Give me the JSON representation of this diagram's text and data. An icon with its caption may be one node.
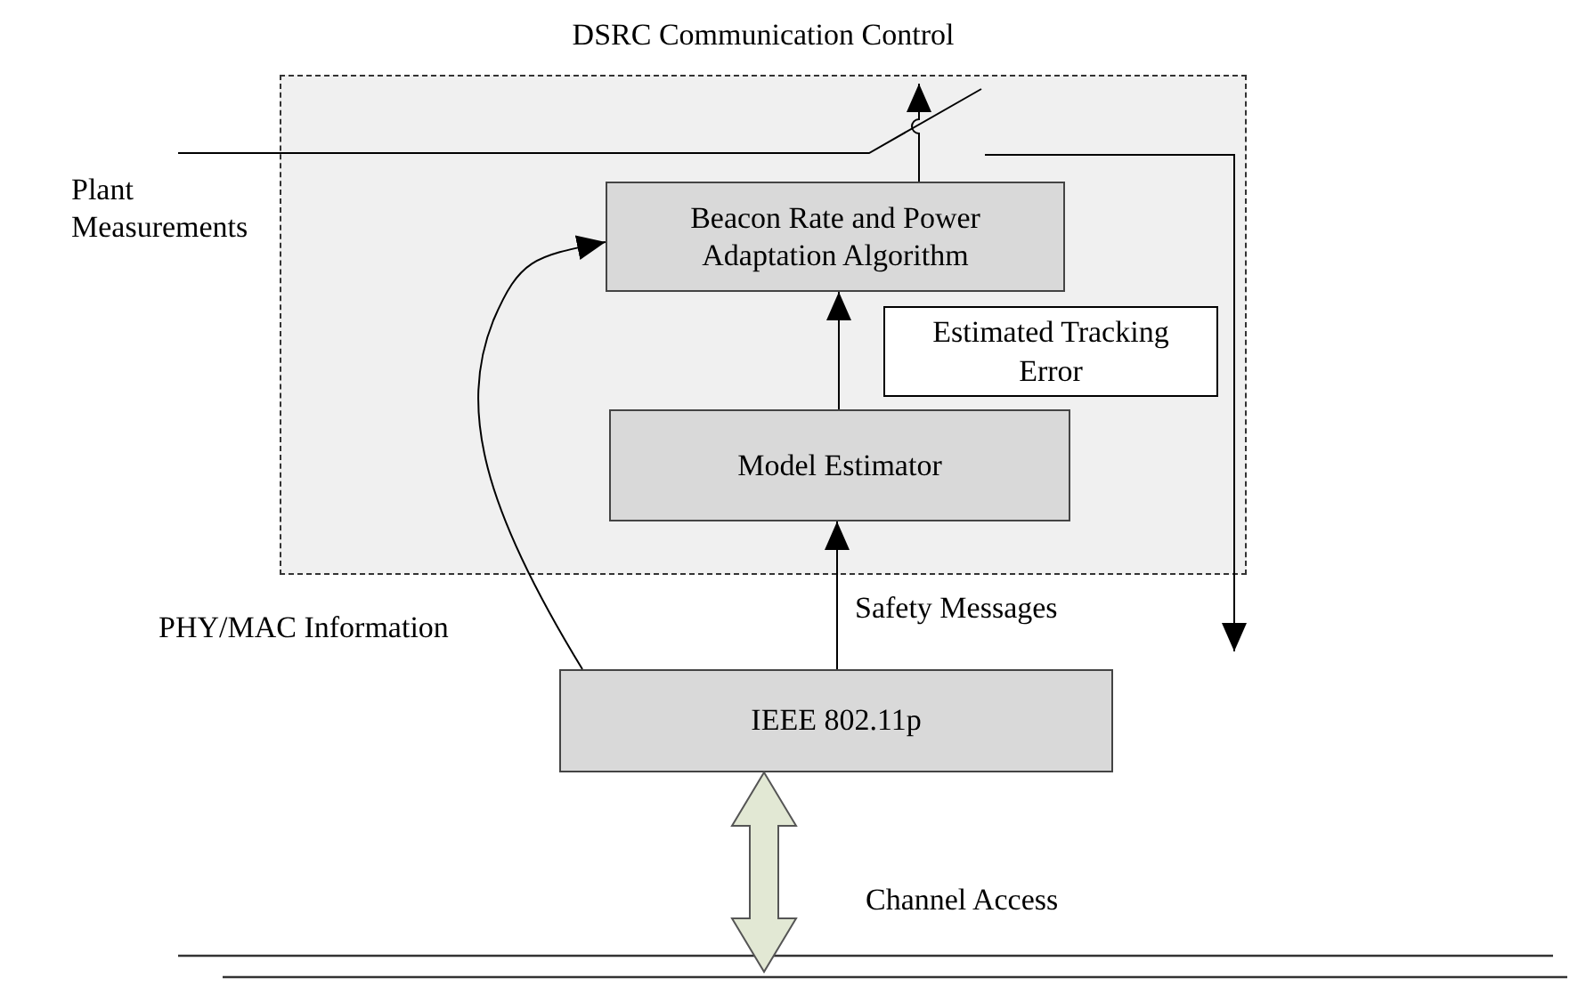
{
  "diagram": {
    "nodes": [
      {
        "text": [
          "DSRC Communication Control"
        ]
      },
      {
        "text": [
          "Beacon Rate and Power Adaptation Algorithm"
        ],
        "in": 0
      },
      {
        "text": [
          "Estimated Tracking Error"
        ],
        "in": 0
      },
      {
        "text": [
          "Model Estimator"
        ],
        "in": 0
      },
      {
        "text": [
          "IEEE 802.11p"
        ]
      },
      {
        "text": [
          "Plant Measurements"
        ]
      },
      {
        "text": [],
        "shape": "bar"
      }
    ],
    "edges": [
      {
        "from": 5,
        "to": null,
        "arrow": "to"
      },
      {
        "from": 1,
        "to": null,
        "arrow": "to"
      },
      {
        "from": 3,
        "to": 1,
        "arrow": "to"
      },
      {
        "from": 4,
        "to": 3,
        "arrow": "to",
        "label": "Safety Messages"
      },
      {
        "from": 4,
        "to": 1,
        "arrow": "to",
        "label": "PHY/MAC Information"
      },
      {
        "from": 4,
        "to": 6,
        "arrow": "both",
        "label": "Channel Access",
        "style": "thick",
        "color": "#e2e8d4"
      }
    ]
  }
}
